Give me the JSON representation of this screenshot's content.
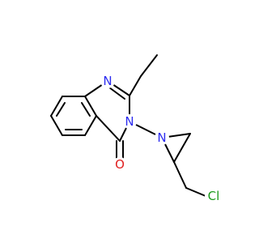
{
  "molecule": {
    "atoms": {
      "n1": {
        "label": "N",
        "color": "#2c2cf0"
      },
      "n3": {
        "label": "N",
        "color": "#2c2cf0"
      },
      "n_aziridine": {
        "label": "N",
        "color": "#2c2cf0"
      },
      "oxygen": {
        "label": "O",
        "color": "#e02020"
      },
      "chlorine": {
        "label": "Cl",
        "color": "#1a9a1a"
      }
    },
    "bond_color": "#000000"
  }
}
